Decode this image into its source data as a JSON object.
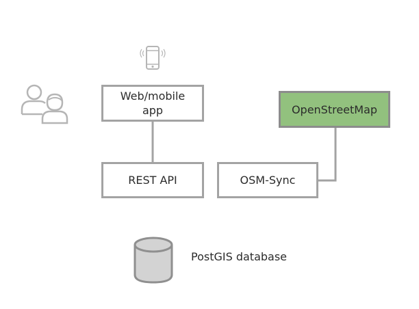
{
  "nodes": {
    "web_app": {
      "label": "Web/mobile app"
    },
    "rest_api": {
      "label": "REST API"
    },
    "openstreetmap": {
      "label": "OpenStreetMap"
    },
    "osm_sync": {
      "label": "OSM-Sync"
    },
    "database": {
      "label": "PostGIS database"
    }
  },
  "icons": {
    "phone": "smartphone-icon",
    "users": "users-icon",
    "database": "database-cylinder-icon"
  },
  "colors": {
    "box_border": "#a3a3a3",
    "accent_green": "#92c17e",
    "icon_gray": "#b5b5b5",
    "db_fill": "#d3d3d3",
    "db_stroke": "#8f8f8f",
    "text": "#2b2b2b"
  },
  "edges": [
    {
      "from": "web_app",
      "to": "rest_api"
    },
    {
      "from": "openstreetmap",
      "to": "osm_sync"
    }
  ]
}
